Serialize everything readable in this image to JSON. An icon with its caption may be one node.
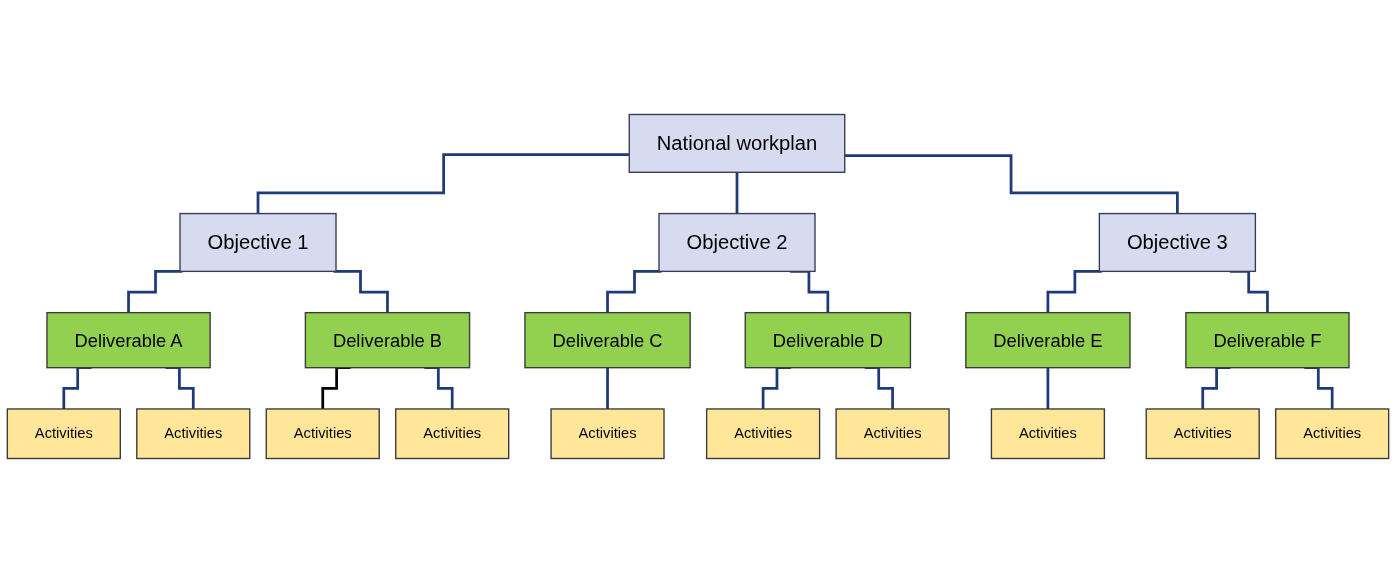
{
  "diagram": {
    "nodes": [
      {
        "text": [
          "National workplan"
        ]
      },
      {
        "text": [
          "Objective 1"
        ]
      },
      {
        "text": [
          "Objective 2"
        ]
      },
      {
        "text": [
          "Objective 3"
        ]
      },
      {
        "text": [
          "Deliverable A"
        ]
      },
      {
        "text": [
          "Deliverable B"
        ]
      },
      {
        "text": [
          "Deliverable C"
        ]
      },
      {
        "text": [
          "Deliverable D"
        ]
      },
      {
        "text": [
          "Deliverable E"
        ]
      },
      {
        "text": [
          "Deliverable F"
        ]
      },
      {
        "text": [
          "Activities"
        ]
      },
      {
        "text": [
          "Activities"
        ]
      },
      {
        "text": [
          "Activities"
        ]
      },
      {
        "text": [
          "Activities"
        ]
      },
      {
        "text": [
          "Activities"
        ]
      },
      {
        "text": [
          "Activities"
        ]
      },
      {
        "text": [
          "Activities"
        ]
      },
      {
        "text": [
          "Activities"
        ]
      },
      {
        "text": [
          "Activities"
        ]
      },
      {
        "text": [
          "Activities"
        ]
      }
    ],
    "edges": [
      {
        "from": 0,
        "to": 1,
        "arrow": "none"
      },
      {
        "from": 0,
        "to": 2,
        "arrow": "none"
      },
      {
        "from": 0,
        "to": 3,
        "arrow": "none"
      },
      {
        "from": 1,
        "to": 4,
        "arrow": "none"
      },
      {
        "from": 1,
        "to": 5,
        "arrow": "none"
      },
      {
        "from": 2,
        "to": 6,
        "arrow": "none"
      },
      {
        "from": 2,
        "to": 7,
        "arrow": "none"
      },
      {
        "from": 3,
        "to": 8,
        "arrow": "none"
      },
      {
        "from": 3,
        "to": 9,
        "arrow": "none"
      },
      {
        "from": 4,
        "to": 10,
        "arrow": "none"
      },
      {
        "from": 4,
        "to": 11,
        "arrow": "none"
      },
      {
        "from": 5,
        "to": 12,
        "arrow": "none",
        "color": "#000000"
      },
      {
        "from": 5,
        "to": 13,
        "arrow": "none"
      },
      {
        "from": 6,
        "to": 14,
        "arrow": "none"
      },
      {
        "from": 7,
        "to": 15,
        "arrow": "none"
      },
      {
        "from": 7,
        "to": 16,
        "arrow": "none"
      },
      {
        "from": 8,
        "to": 17,
        "arrow": "none"
      },
      {
        "from": 9,
        "to": 18,
        "arrow": "none"
      },
      {
        "from": 9,
        "to": 19,
        "arrow": "none"
      }
    ]
  }
}
